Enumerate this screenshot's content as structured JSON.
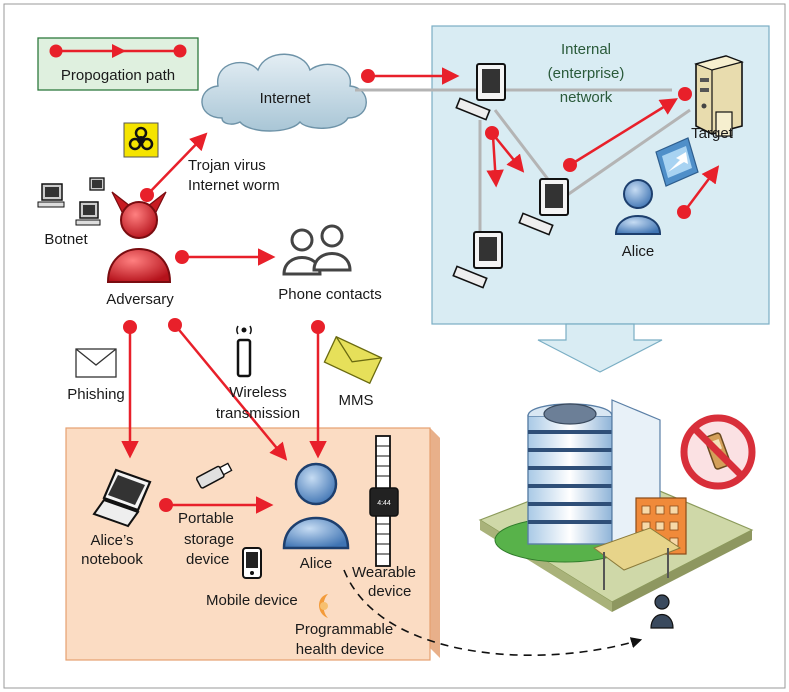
{
  "legend": {
    "label": "Propogation path"
  },
  "labels": {
    "internet": "Internet",
    "internal_line1": "Internal",
    "internal_line2": "(enterprise)",
    "internal_line3": "network",
    "target": "Target",
    "alice_internal": "Alice",
    "trojan_line1": "Trojan virus",
    "trojan_line2": "Internet worm",
    "botnet": "Botnet",
    "adversary": "Adversary",
    "phone_contacts": "Phone contacts",
    "phishing": "Phishing",
    "wireless_line1": "Wireless",
    "wireless_line2": "transmission",
    "mms": "MMS",
    "notebook_line1": "Alice’s",
    "notebook_line2": "notebook",
    "portable_line1": "Portable",
    "portable_line2": "storage",
    "portable_line3": "device",
    "alice_main": "Alice",
    "wearable_line1": "Wearable",
    "wearable_line2": "device",
    "watch_time": "4:44",
    "mobile_device": "Mobile device",
    "health_line1": "Programmable",
    "health_line2": "health device"
  },
  "colors": {
    "path_red": "#e8202a",
    "internal_bg": "#d9ecf3",
    "internal_border": "#7aaec4",
    "local_bg": "#fbdcc3",
    "local_border": "#e6a070",
    "legend_bg": "#dff0df",
    "legend_border": "#2e7a3e",
    "adversary_red": "#d81f26",
    "alice_blue": "#6f9fd0"
  },
  "icons": [
    "biohazard-icon",
    "cloud-icon",
    "computer-icon",
    "server-icon",
    "person-icon",
    "devil-icon",
    "envelope-icon",
    "antenna-icon",
    "laptop-icon",
    "usb-drive-icon",
    "smartphone-icon",
    "watch-icon",
    "heart-rate-icon",
    "building-icon",
    "no-phone-icon"
  ]
}
